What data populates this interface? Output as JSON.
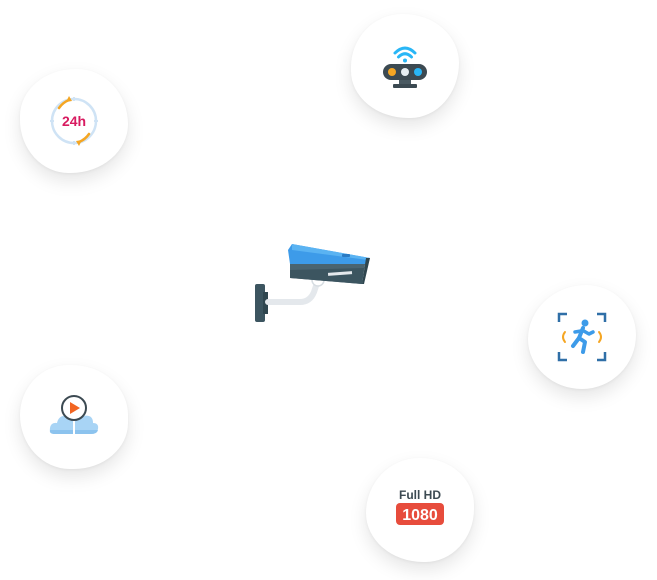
{
  "features": {
    "wifi": {
      "icon": "wifi-camera-icon"
    },
    "always_on": {
      "icon": "24h-clock-icon",
      "label": "24h"
    },
    "motion": {
      "icon": "motion-detection-icon"
    },
    "cloud": {
      "icon": "cloud-play-icon"
    },
    "hd": {
      "icon": "full-hd-icon",
      "label_top": "Full HD",
      "label_bottom": "1080"
    }
  },
  "center": {
    "icon": "security-camera-icon"
  },
  "colors": {
    "camera_blue": "#3d9be9",
    "camera_dark": "#4a6470",
    "mount_dark": "#3c5560",
    "accent_pink": "#d81b60",
    "accent_orange": "#f5a623",
    "accent_red": "#e74c3c",
    "wifi_cyan": "#29b6f6",
    "cloud_blue": "#a8d4f5"
  }
}
